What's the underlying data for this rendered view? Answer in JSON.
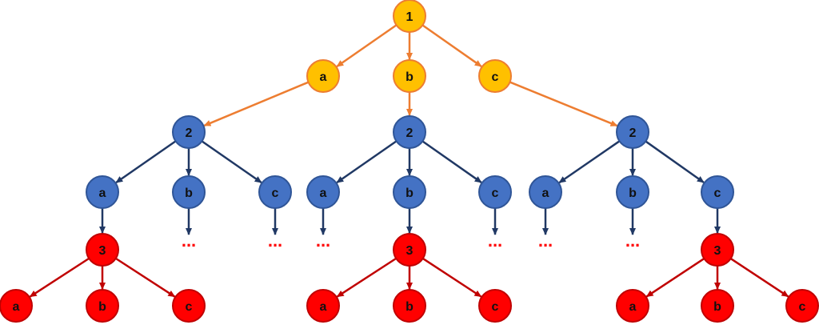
{
  "colors": {
    "level1_fill": "#FFC000",
    "level1_stroke": "#ED7D31",
    "level1_edge": "#ED7D31",
    "level2_fill": "#4472C4",
    "level2_stroke": "#2F5597",
    "level2_edge": "#203864",
    "level3_fill": "#FF0000",
    "level3_stroke": "#C00000",
    "level3_edge": "#C00000",
    "ellipsis": "#FF0000"
  },
  "root": {
    "label": "1",
    "choices": [
      "a",
      "b",
      "c"
    ]
  },
  "level2_nodes": [
    {
      "label": "2",
      "choices": [
        "a",
        "b",
        "c"
      ]
    },
    {
      "label": "2",
      "choices": [
        "a",
        "b",
        "c"
      ]
    },
    {
      "label": "2",
      "choices": [
        "a",
        "b",
        "c"
      ]
    }
  ],
  "level3_nodes": [
    {
      "label": "3",
      "choices": [
        "a",
        "b",
        "c"
      ]
    },
    {
      "label": "3",
      "choices": [
        "a",
        "b",
        "c"
      ]
    },
    {
      "label": "3",
      "choices": [
        "a",
        "b",
        "c"
      ]
    }
  ],
  "ellipsis_text": "..."
}
